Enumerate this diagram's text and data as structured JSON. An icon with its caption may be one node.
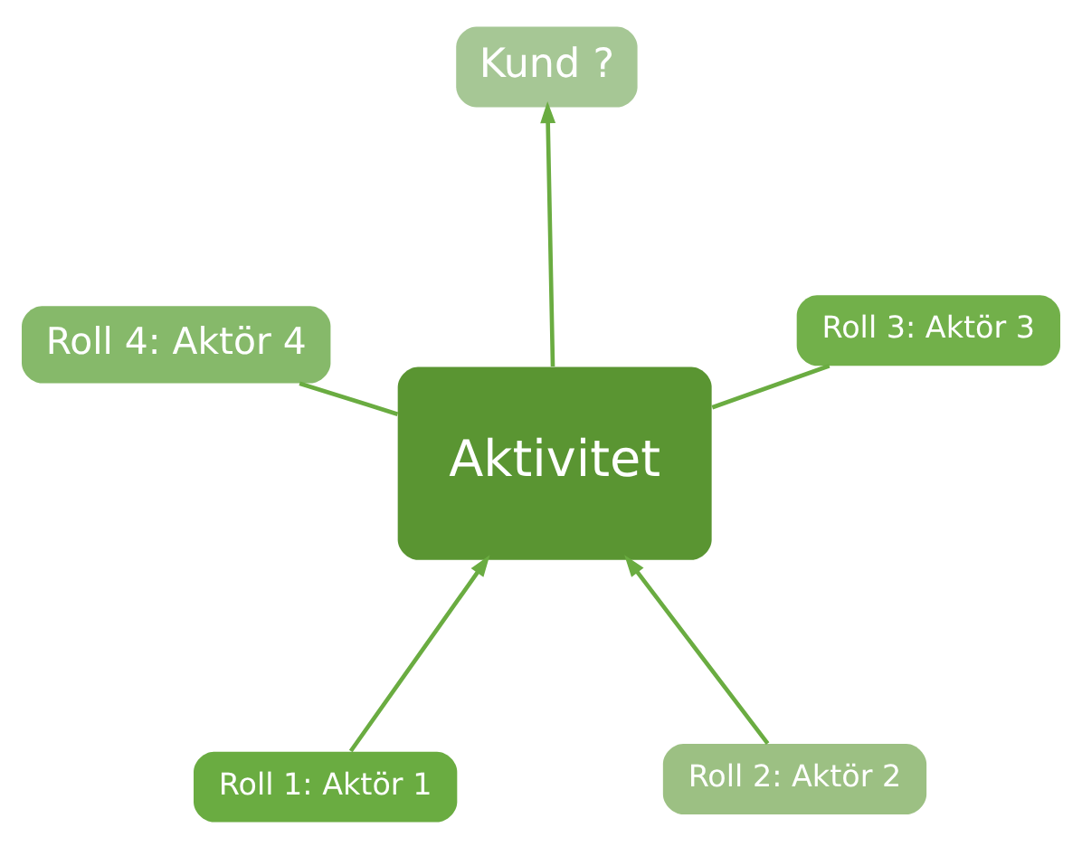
{
  "diagram": {
    "nodes": [
      {
        "text": [
          "Roll 1: Aktör 1"
        ]
      },
      {
        "text": [
          "Roll 2: Aktör 2"
        ]
      },
      {
        "text": [
          "Aktivitet"
        ]
      },
      {
        "text": [
          "Kund ?"
        ]
      },
      {
        "text": [
          "Roll 3: Aktör 3"
        ]
      },
      {
        "text": [
          "Roll 4: Aktör 4"
        ]
      }
    ],
    "edges": [
      {
        "from": 0,
        "to": 2,
        "arrow": "to"
      },
      {
        "from": 1,
        "to": 2,
        "arrow": "to"
      },
      {
        "from": 2,
        "to": 3,
        "arrow": "to"
      },
      {
        "from": 4,
        "to": 2,
        "arrow": "none"
      },
      {
        "from": 5,
        "to": 2,
        "arrow": "none"
      }
    ]
  }
}
